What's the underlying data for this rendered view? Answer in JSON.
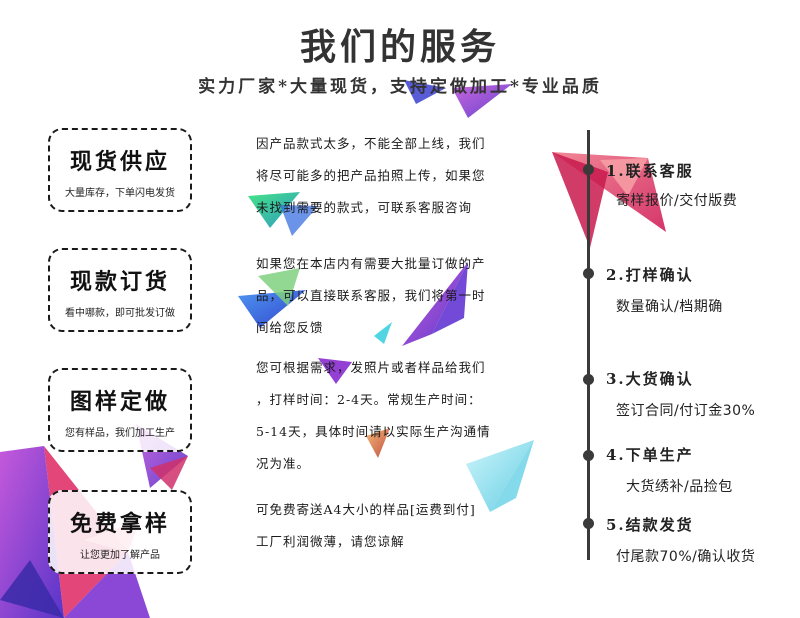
{
  "header": {
    "title": "我们的服务",
    "subtitle": "实力厂家*大量现货，支持定做加工*专业品质"
  },
  "services": [
    {
      "title": "现货供应",
      "subtitle": "大量库存，下单闪电发货"
    },
    {
      "title": "现款订货",
      "subtitle": "看中哪款，即可批发订做"
    },
    {
      "title": "图样定做",
      "subtitle": "您有样品，我们加工生产"
    },
    {
      "title": "免费拿样",
      "subtitle": "让您更加了解产品"
    }
  ],
  "descriptions": [
    {
      "lines": [
        "因产品款式太多，不能全部上线，我们",
        "将尽可能多的把产品拍照上传，如果您",
        "未找到需要的款式，可联系客服咨询"
      ]
    },
    {
      "lines": [
        "如果您在本店内有需要大批量订做的产",
        "品，可以直接联系客服，我们将第一时",
        "间给您反馈"
      ]
    },
    {
      "lines": [
        "您可根据需求，发照片或者样品给我们",
        "，打样时间：2-4天。常规生产时间：",
        "5-14天，具体时间请以实际生产沟通情",
        "况为准。"
      ]
    },
    {
      "lines": [
        "可免费寄送A4大小的样品[运费到付]",
        "工厂利润微薄，请您谅解"
      ]
    }
  ],
  "process": [
    {
      "step": "1.联系客服",
      "detail": "寄样报价/交付版费"
    },
    {
      "step": "2.打样确认",
      "detail": "数量确认/档期确"
    },
    {
      "step": "3.大货确认",
      "detail": "签订合同/付订金30%"
    },
    {
      "step": "4.下单生产",
      "detail": "大货绣补/品捡包"
    },
    {
      "step": "5.结款发货",
      "detail": "付尾款70%/确认收货"
    }
  ],
  "colors": {
    "text": "#1a1a1a",
    "timeline": "#3a3a3a",
    "accent_red": "#e0336b",
    "accent_purple": "#7b2fd0",
    "accent_blue": "#2a46d8",
    "accent_green": "#23c07a",
    "accent_cyan": "#7fe3f0"
  }
}
